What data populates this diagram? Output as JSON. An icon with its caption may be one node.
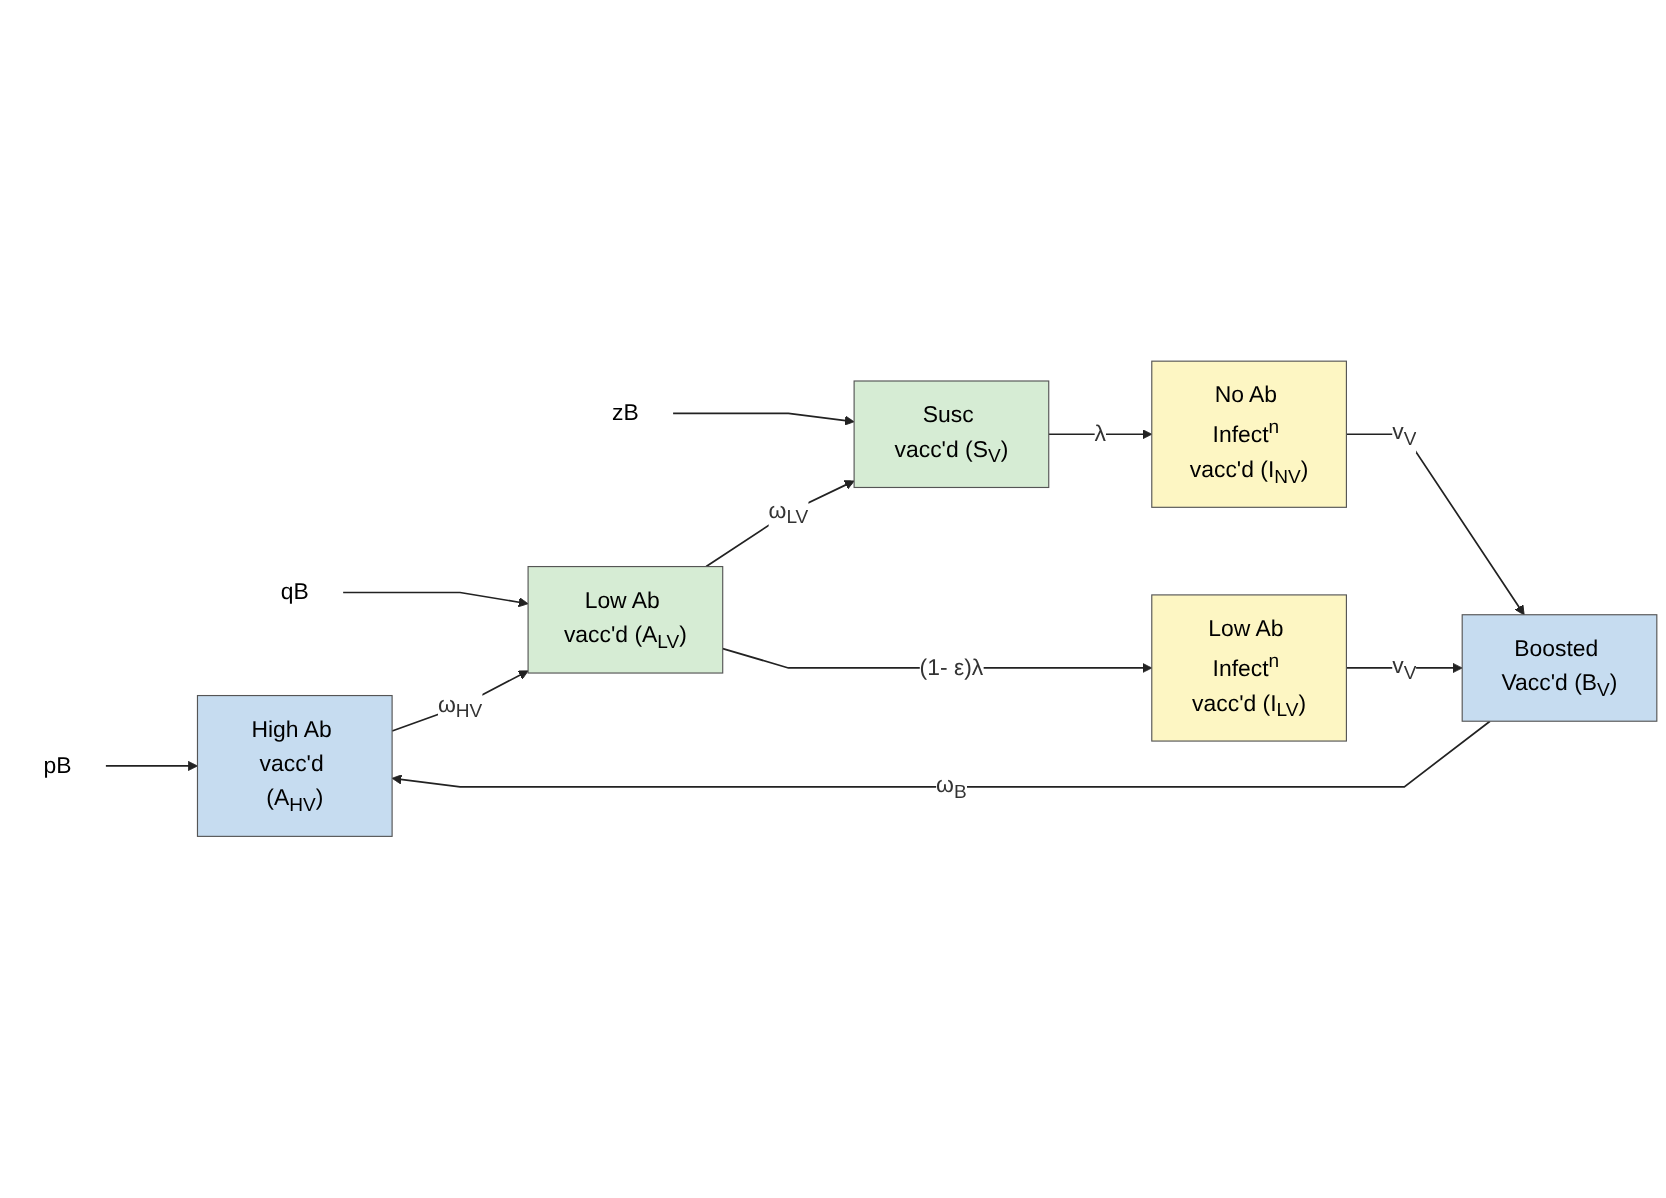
{
  "diagram": {
    "nodes": [
      {
        "text": [
          "pB"
        ]
      },
      {
        "text": [
          "qB"
        ]
      },
      {
        "text": [
          "zB"
        ]
      },
      {
        "text": [
          "High Ab vacc'd (A$_{HV}$)"
        ]
      },
      {
        "text": [
          "Low Ab vacc'd (A$_{LV}$)"
        ]
      },
      {
        "text": [
          "Susc vacc'd (S$_{V}$)"
        ]
      },
      {
        "text": [
          "Boosted Vacc'd (B$_{V}$)"
        ]
      },
      {
        "text": [
          "Low Ab Infect$^{n}$ vacc'd (I$_{LV}$)"
        ]
      },
      {
        "text": [
          "No Ab Infect$^{n}$ vacc'd (I$_{NV}$)"
        ]
      }
    ],
    "edges": [
      {
        "from": 0,
        "to": 3,
        "arrow": "to"
      },
      {
        "from": 1,
        "to": 4,
        "arrow": "to"
      },
      {
        "from": 2,
        "to": 5,
        "arrow": "to"
      },
      {
        "from": 3,
        "to": 4,
        "arrow": "to",
        "label": "ω$_{HV}$"
      },
      {
        "from": 4,
        "to": 5,
        "arrow": "to",
        "label": "ω$_{LV}$"
      },
      {
        "from": 4,
        "to": 7,
        "arrow": "to",
        "label": "(1- ε)λ"
      },
      {
        "from": 5,
        "to": 8,
        "arrow": "to",
        "label": "λ"
      },
      {
        "from": 7,
        "to": 6,
        "arrow": "to",
        "label": "v$_{V}$"
      },
      {
        "from": 8,
        "to": 6,
        "arrow": "to",
        "label": "v$_{V}$"
      },
      {
        "from": 6,
        "to": 3,
        "arrow": "to",
        "label": "ω$_{B}$"
      }
    ]
  }
}
